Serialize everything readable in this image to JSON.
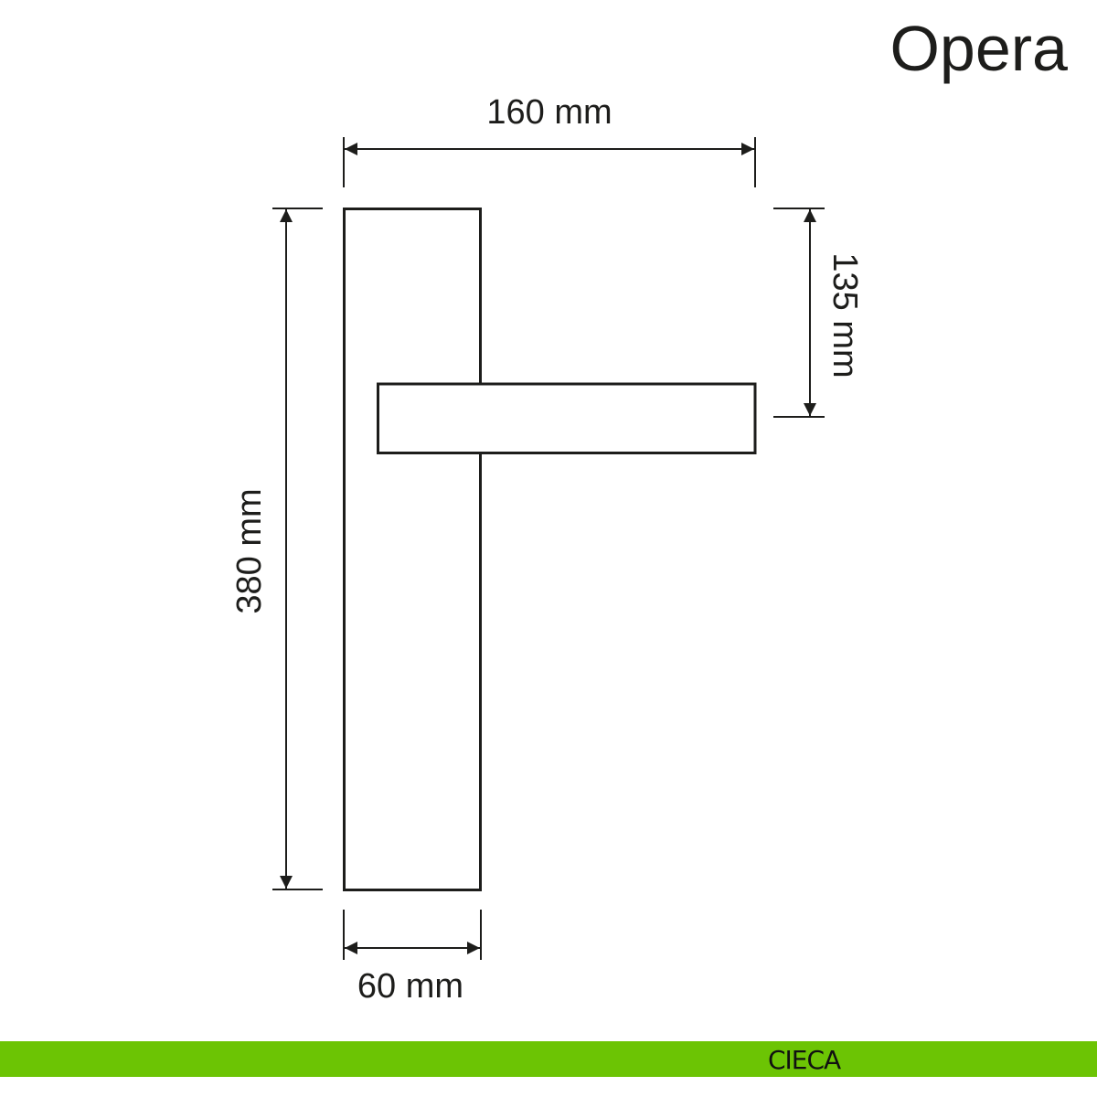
{
  "title": "Opera",
  "dimensions": {
    "width_total": "160 mm",
    "height_plate": "380 mm",
    "handle_height": "135 mm",
    "plate_width": "60 mm"
  },
  "footer": {
    "label": "CIECA",
    "color": "#6cc404"
  },
  "line_color": "#1d1d1b"
}
